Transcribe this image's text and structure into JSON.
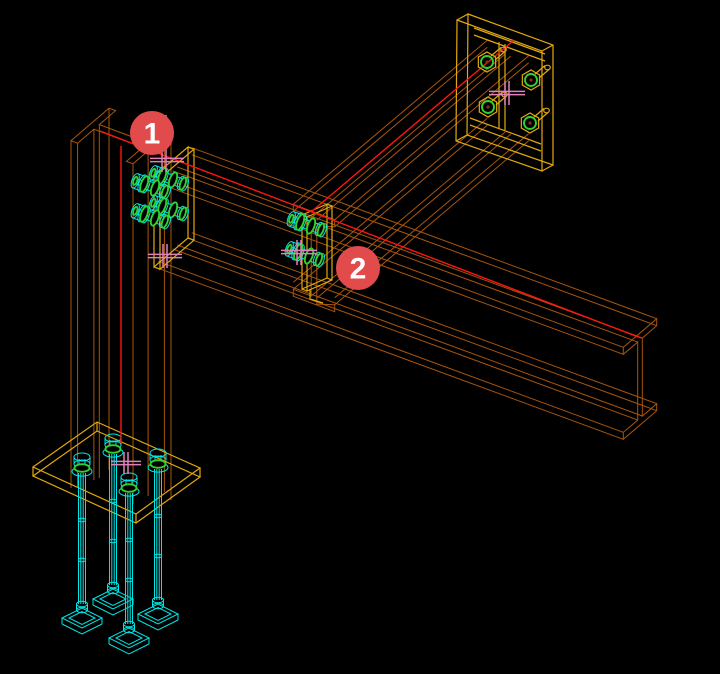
{
  "view": {
    "type": "3d-wireframe-steel-connection-view",
    "background": "#000000"
  },
  "balloons": [
    {
      "label": "1"
    },
    {
      "label": "2"
    }
  ],
  "palette": {
    "background": "#000000",
    "frame": "#a8560e",
    "plate": "#e2a80e",
    "bolt": "#00e6e6",
    "washer": "#2fd32f",
    "axis": "#ff1414",
    "marker": "#de82b8",
    "balloon": "#e14b4b",
    "balloon_text": "#ffffff"
  },
  "parts": {
    "column": "column",
    "main_beam": "main-beam",
    "secondary_beam": "secondary-beam",
    "base_plate": "base-plate",
    "anchor_bolt_count": 4,
    "connection1_bolt_count": 4,
    "connection2_bolt_count": 2,
    "end_plate_bolt_count": 4
  }
}
